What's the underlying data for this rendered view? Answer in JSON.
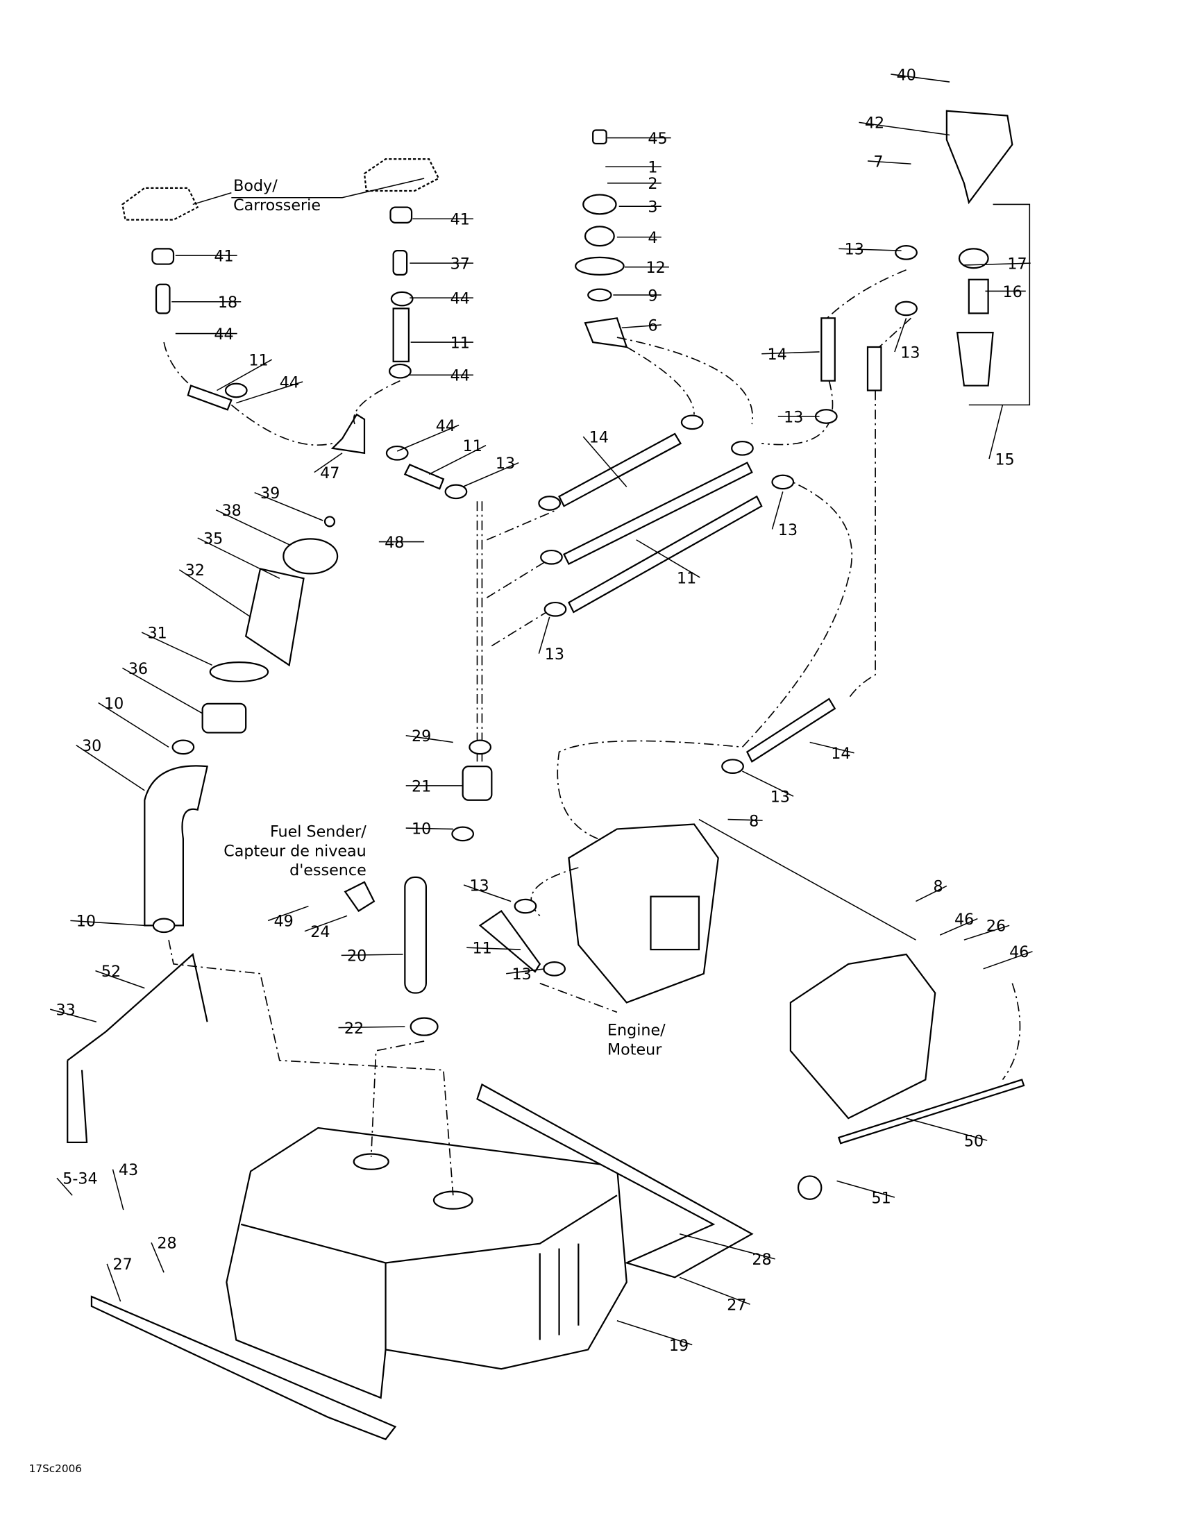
{
  "diagram": {
    "reference_code": "17Sc2006",
    "notes": {
      "body": [
        "Body/",
        "Carrosserie"
      ],
      "fuel_sender": [
        "Fuel Sender/",
        "Capteur de niveau",
        "d'essence"
      ],
      "engine": [
        "Engine/",
        "Moteur"
      ]
    },
    "callouts": [
      "40",
      "42",
      "7",
      "13",
      "17",
      "16",
      "13",
      "14",
      "15",
      "13",
      "45",
      "1",
      "2",
      "3",
      "4",
      "12",
      "9",
      "6",
      "41",
      "41",
      "37",
      "18",
      "44",
      "44",
      "11",
      "11",
      "44",
      "44",
      "44",
      "47",
      "11",
      "13",
      "14",
      "13",
      "11",
      "13",
      "48",
      "39",
      "38",
      "35",
      "32",
      "31",
      "36",
      "10",
      "30",
      "29",
      "21",
      "10",
      "10",
      "14",
      "13",
      "8",
      "13",
      "11",
      "13",
      "8",
      "46",
      "26",
      "46",
      "49",
      "24",
      "20",
      "22",
      "52",
      "33",
      "50",
      "51",
      "5-34",
      "43",
      "28",
      "27",
      "28",
      "27",
      "19"
    ]
  }
}
